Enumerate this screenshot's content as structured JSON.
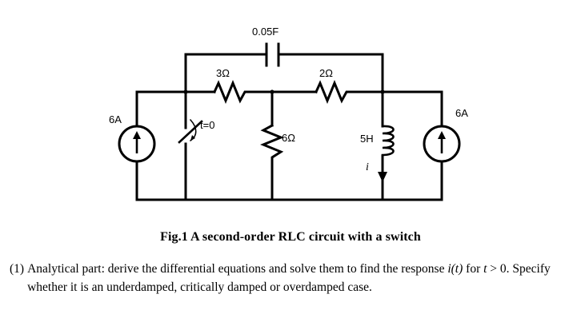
{
  "figure": {
    "caption": "Fig.1 A second-order RLC circuit with a switch",
    "components": {
      "capacitor": "0.05F",
      "resistor_left": "3Ω",
      "resistor_right": "2Ω",
      "resistor_middle": "6Ω",
      "inductor": "5H",
      "source_left": "6A",
      "source_right": "6A",
      "switch": "t=0",
      "current": "i"
    }
  },
  "problem": {
    "number": "(1)",
    "line1": "Analytical part: derive the differential equations and solve them to find the response",
    "line2_pre": "",
    "i_of_t": "i(t)",
    "for_word": " for ",
    "t_var": "t",
    "line2_post": " > 0. Specify whether it is an underdamped, critically damped or",
    "line3": "overdamped case."
  },
  "colors": {
    "background": "#ffffff",
    "ink": "#000000"
  }
}
